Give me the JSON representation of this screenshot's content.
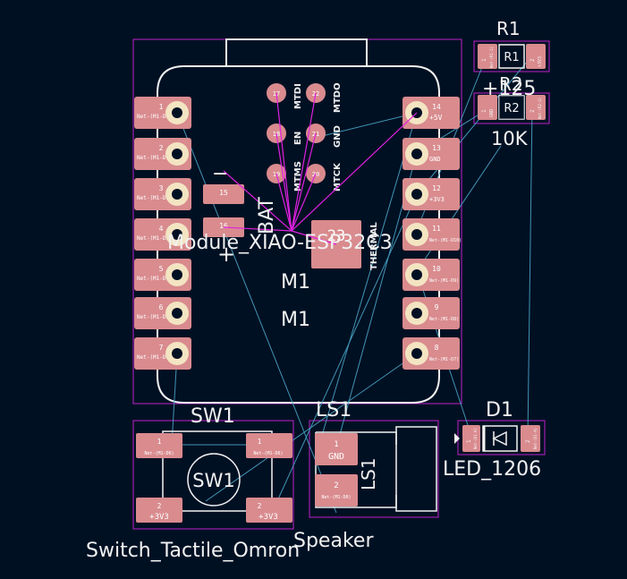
{
  "colors": {
    "background": "#001023",
    "silkscreen": "#f2f2f2",
    "courtyard": "#c020c8",
    "pad": "#d98b8e",
    "ratsnest": "#4aa4c4",
    "highlight_net": "#e020e0"
  },
  "module": {
    "ref": "M1",
    "value": "M1",
    "footprint_label": "Module_XIAO-ESP32C3",
    "bat_label": "BAT",
    "bat_minus": "−",
    "bat_plus": "+",
    "left_pins": [
      {
        "num": "1",
        "net": "Net-(M1-D0)"
      },
      {
        "num": "2",
        "net": "Net-(M1-D1)"
      },
      {
        "num": "3",
        "net": "Net-(M1-D2)"
      },
      {
        "num": "4",
        "net": "Net-(M1-D3)"
      },
      {
        "num": "5",
        "net": "Net-(M1-D4)"
      },
      {
        "num": "6",
        "net": "Net-(M1-D5)"
      },
      {
        "num": "7",
        "net": "Net-(M1-D6)"
      }
    ],
    "right_pins": [
      {
        "num": "14",
        "net": "+5V"
      },
      {
        "num": "13",
        "net": "GND"
      },
      {
        "num": "12",
        "net": "+3V3"
      },
      {
        "num": "11",
        "net": "Net-(M1-D10)"
      },
      {
        "num": "10",
        "net": "Net-(M1-D9)"
      },
      {
        "num": "9",
        "net": "Net-(M1-D8)"
      },
      {
        "num": "8",
        "net": "Net-(M1-D7)"
      }
    ],
    "bat_pads": [
      {
        "num": "15"
      },
      {
        "num": "16"
      }
    ],
    "jtag_pads": [
      {
        "num": "17",
        "label": "MTDI"
      },
      {
        "num": "22",
        "label": "MTDO"
      },
      {
        "num": "18",
        "label": "EN"
      },
      {
        "num": "21",
        "label": "GND"
      },
      {
        "num": "19",
        "label": "MTMS"
      },
      {
        "num": "20",
        "label": "MTCK"
      }
    ],
    "thermal_pad": {
      "num": "23",
      "label": "THERMAL"
    }
  },
  "r1": {
    "ref": "R1",
    "value": "R1",
    "pad1": {
      "num": "1",
      "net": "Net-(R1-1)"
    },
    "pad2": {
      "num": "2",
      "net": "+3V3"
    }
  },
  "r2": {
    "ref": "R2",
    "value": "10K",
    "value_overlap": "+125",
    "pad1": {
      "num": "1",
      "net": "GND"
    },
    "pad2": {
      "num": "2",
      "net": "Net-(R2-2)"
    }
  },
  "d1": {
    "ref": "D1",
    "value": "LED_1206",
    "pad1": {
      "num": "1",
      "net": "Net-(D1-K)"
    },
    "pad2": {
      "num": "2",
      "net": "Net-(D1-A)"
    }
  },
  "sw1": {
    "ref": "SW1",
    "value": "Switch_Tactile_Omron",
    "body_label": "SW1",
    "pads": [
      {
        "num": "1",
        "net": "Net-(M1-D6)"
      },
      {
        "num": "1",
        "net": "Net-(M1-D6)"
      },
      {
        "num": "2",
        "net": "+3V3"
      },
      {
        "num": "2",
        "net": "+3V3"
      }
    ]
  },
  "ls1": {
    "ref": "LS1",
    "value": "Speaker",
    "body_label": "LS1",
    "pad1": {
      "num": "1",
      "net": "GND"
    },
    "pad2": {
      "num": "2",
      "net": "Net-(M1-D0)"
    }
  }
}
